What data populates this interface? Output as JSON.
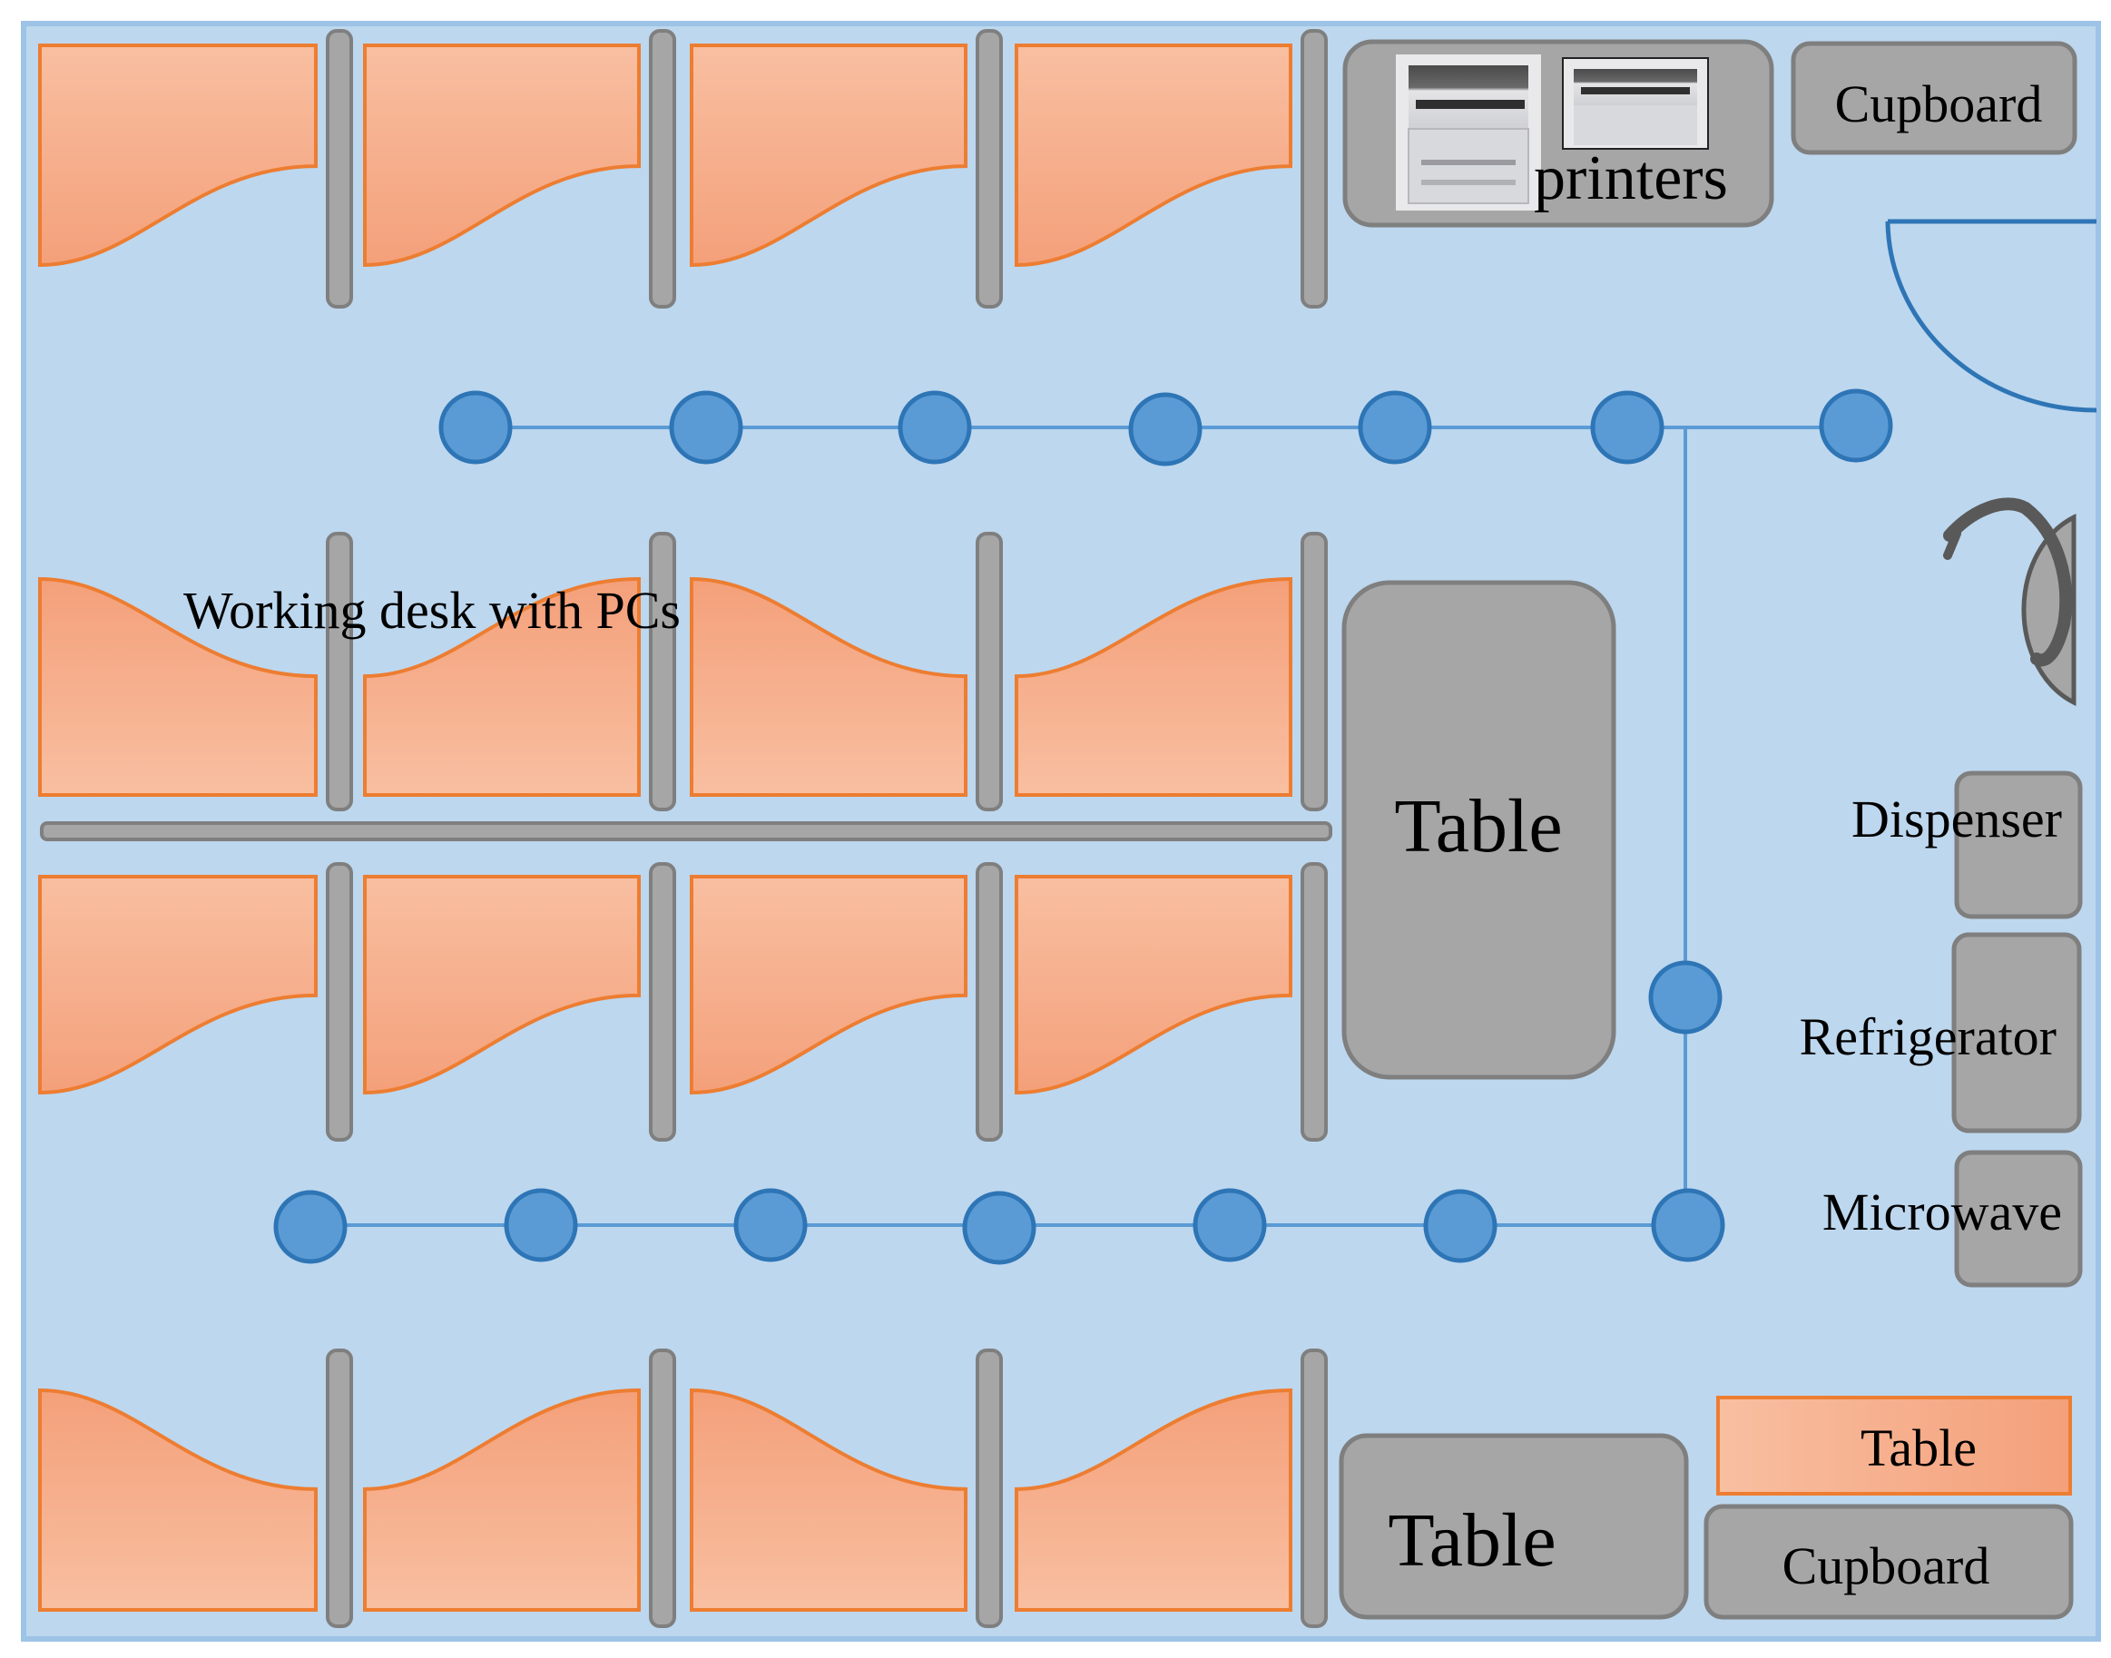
{
  "labels": {
    "working_desk": "Working desk with PCs",
    "printers": "printers",
    "cupboard_top": "Cupboard",
    "table_center": "Table",
    "dispenser": "Dispenser",
    "refrigerator": "Refrigerator",
    "microwave": "Microwave",
    "table_bottom": "Table",
    "table_legend": "Table",
    "cupboard_bottom": "Cupboard"
  },
  "colors": {
    "floor": "#bdd7ee",
    "wall": "#9dc3e6",
    "desk_fill_light": "#f8bfa1",
    "desk_fill_dark": "#f4a07a",
    "desk_stroke": "#ed7d31",
    "furniture": "#a6a6a6",
    "furniture_stroke": "#7f7f7f",
    "node_fill": "#5b9bd5",
    "node_stroke": "#2e75b6",
    "link": "#5b9bd5",
    "door": "#2e75b6"
  }
}
